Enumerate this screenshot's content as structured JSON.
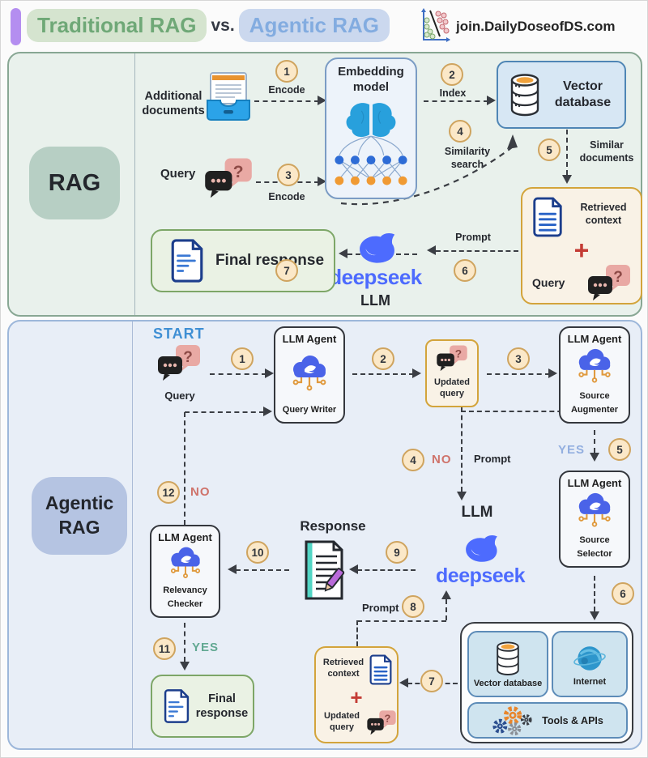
{
  "header": {
    "title_green": "Traditional RAG",
    "title_vs": "vs.",
    "title_blue": "Agentic RAG",
    "site": "join.DailyDoseofDS.com"
  },
  "colors": {
    "accent_purple": "#b48ef0",
    "deepseek_blue": "#4d6bfe",
    "rag_panel_bg": "#e9f1ec",
    "agentic_panel_bg": "#e8eef7",
    "step_circle_bg": "#fbe8c8",
    "no_red": "#cf736b",
    "yes_green": "#62a892",
    "yes_blue": "#93afe0",
    "start_blue": "#3f8fd4"
  },
  "rag": {
    "section_label": "RAG",
    "additional_documents_label": "Additional documents",
    "query_label": "Query",
    "step1": "1",
    "encode1_label": "Encode",
    "embedding_model_label": "Embedding model",
    "step2": "2",
    "index_label": "Index",
    "vector_database_label": "Vector database",
    "step3": "3",
    "encode3_label": "Encode",
    "step4": "4",
    "similarity_search_label": "Similarity search",
    "step5": "5",
    "similar_documents_label": "Similar documents",
    "retrieved_context_label": "Retrieved context",
    "plus": "+",
    "retrieved_query_label": "Query",
    "step6": "6",
    "prompt_label": "Prompt",
    "deepseek_wordmark": "deepseek",
    "llm_label": "LLM",
    "step7": "7",
    "final_response_label": "Final response"
  },
  "agentic": {
    "section_label": "Agentic RAG",
    "start_label": "START",
    "query_label": "Query",
    "step1": "1",
    "query_writer": {
      "title": "LLM Agent",
      "role": "Query Writer"
    },
    "step2": "2",
    "updated_query_label": "Updated query",
    "step3": "3",
    "source_augmenter": {
      "title": "LLM Agent",
      "role": "Source Augmenter"
    },
    "yes_blue_label": "YES",
    "step5": "5",
    "source_selector": {
      "title": "LLM Agent",
      "role": "Source Selector"
    },
    "step4": "4",
    "no_label": "NO",
    "prompt_label": "Prompt",
    "llm_label": "LLM",
    "deepseek_wordmark": "deepseek",
    "step6": "6",
    "vector_database_label": "Vector database",
    "internet_label": "Internet",
    "tools_apis_label": "Tools & APIs",
    "step7": "7",
    "retrieved_context_label": "Retrieved context",
    "plus": "+",
    "updated_query2_label": "Updated query",
    "step8": "8",
    "prompt2_label": "Prompt",
    "step9": "9",
    "response_label": "Response",
    "step10": "10",
    "relevancy_checker": {
      "title": "LLM Agent",
      "role": "Relevancy Checker"
    },
    "step11": "11",
    "yes_green_label": "YES",
    "step12": "12",
    "no2_label": "NO",
    "final_response_label": "Final response"
  }
}
